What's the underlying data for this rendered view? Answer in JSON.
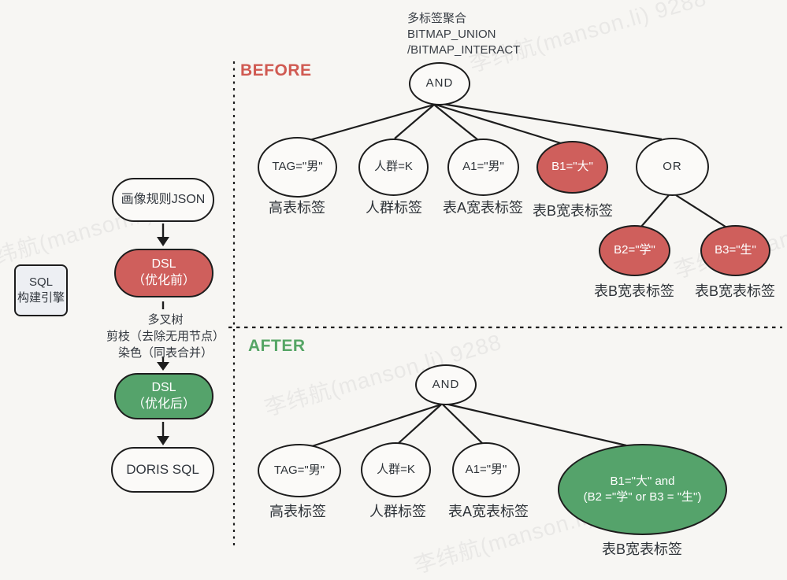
{
  "watermark": {
    "text": "李纬航(manson.li) 9288"
  },
  "colors": {
    "node_red": "#cf5f5c",
    "node_green": "#55a36b",
    "before_label": "#d05a52",
    "after_label": "#55a565",
    "background": "#f7f6f3"
  },
  "engine_box": {
    "line1": "SQL",
    "line2": "构建引擎"
  },
  "pipeline": {
    "json_label": "画像规则JSON",
    "dsl_before": {
      "title": "DSL",
      "subtitle": "（优化前）"
    },
    "note": {
      "line1": "多叉树",
      "line2": "剪枝（去除无用节点）",
      "line3": "染色（同表合并）"
    },
    "dsl_after": {
      "title": "DSL",
      "subtitle": "（优化后）"
    },
    "doris_label": "DORIS SQL"
  },
  "before": {
    "section_label": "BEFORE",
    "annotation": {
      "line1": "多标签聚合",
      "line2": "BITMAP_UNION",
      "line3": "/BITMAP_INTERACT"
    },
    "root_label": "AND",
    "children": [
      {
        "text": "TAG=\"男\"",
        "label": "高表标签"
      },
      {
        "text": "人群=K",
        "label": "人群标签"
      },
      {
        "text": "A1=\"男\"",
        "label": "表A宽表标签"
      },
      {
        "text": "B1=\"大\"",
        "label": "表B宽表标签"
      },
      {
        "text": "OR",
        "label": ""
      }
    ],
    "or_children": [
      {
        "text": "B2=\"学\"",
        "label": "表B宽表标签"
      },
      {
        "text": "B3=\"生\"",
        "label": "表B宽表标签"
      }
    ]
  },
  "after": {
    "section_label": "AFTER",
    "root_label": "AND",
    "children": [
      {
        "text": "TAG=\"男\"",
        "label": "高表标签"
      },
      {
        "text": "人群=K",
        "label": "人群标签"
      },
      {
        "text": "A1=\"男\"",
        "label": "表A宽表标签"
      }
    ],
    "merged": {
      "line1": "B1=\"大\" and",
      "line2": "(B2 =\"学\" or B3 = \"生\")",
      "label": "表B宽表标签"
    }
  }
}
